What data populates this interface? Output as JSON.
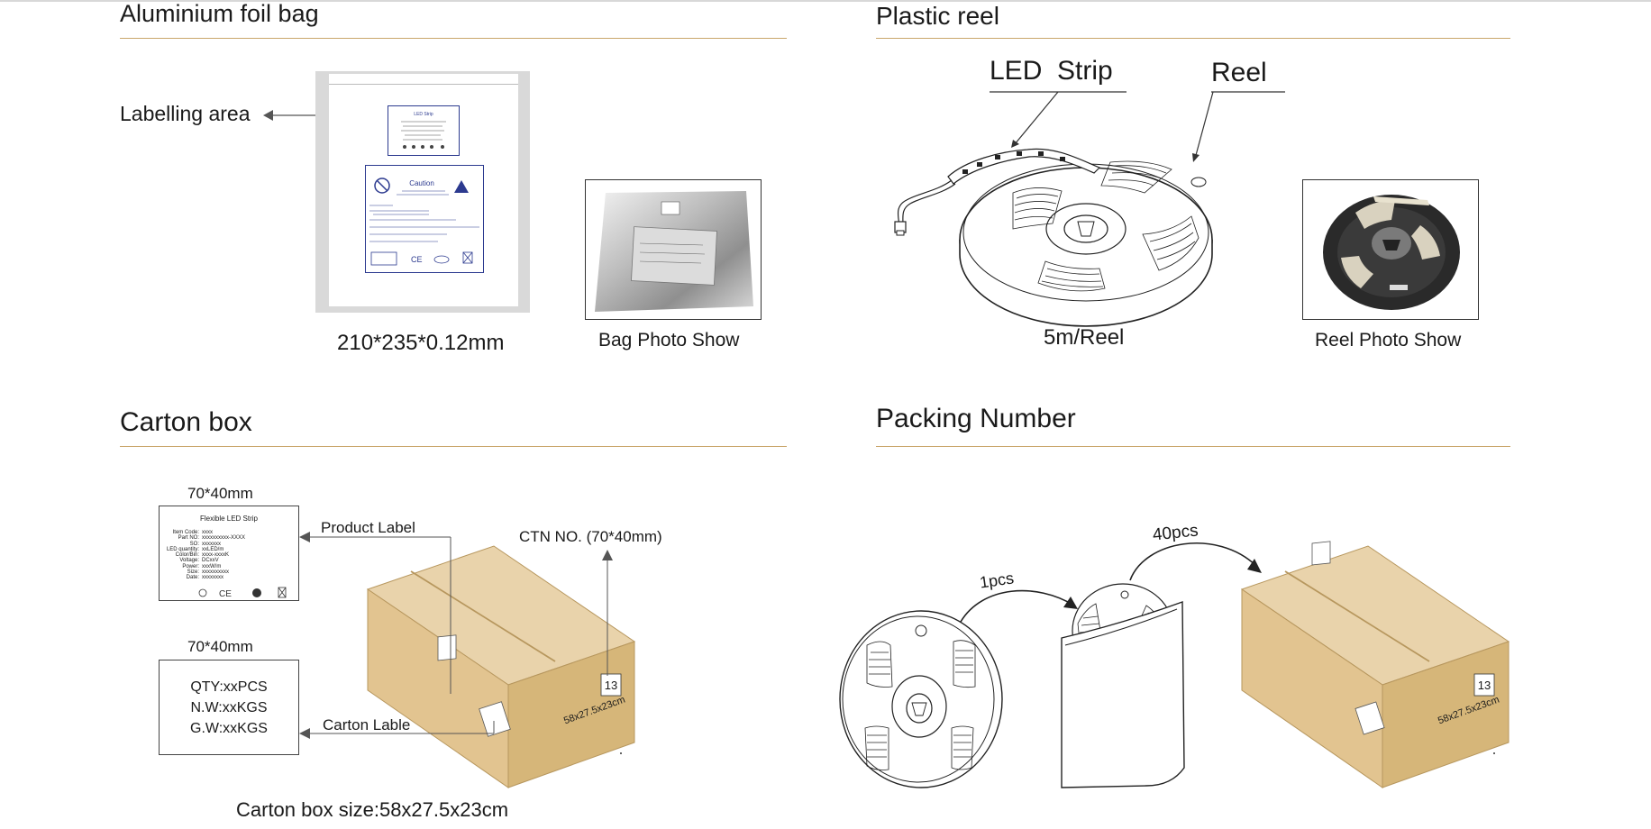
{
  "sections": {
    "foil": {
      "title": "Aluminium foil bag",
      "labelling": "Labelling area",
      "size": "210*235*0.12mm",
      "photo_caption": "Bag Photo Show"
    },
    "reel": {
      "title": "Plastic reel",
      "strip_label": "LED  Strip",
      "reel_label": "Reel",
      "per_reel": "5m/Reel",
      "photo_caption": "Reel Photo Show"
    },
    "carton": {
      "title": "Carton box",
      "label1_size": "70*40mm",
      "label2_size": "70*40mm",
      "product_label": "Product Label",
      "ctn_no": "CTN NO. (70*40mm)",
      "carton_lable": "Carton Lable",
      "size_text": "Carton box size:58x27.5x23cm",
      "box_number": "13",
      "box_dims": "58x27.5x23cm",
      "label_card": {
        "heading": "Flexible LED Strip",
        "rows": [
          [
            "Item Code:",
            "xxxx"
          ],
          [
            "Part NO:",
            "xxxxxxxxxx-XXXX"
          ],
          [
            "SO:",
            "xxxxxxx"
          ],
          [
            "LED quantity:",
            "xxLED/m"
          ],
          [
            "Color/Bin:",
            "xxxx-xxxxK"
          ],
          [
            "Voltage:",
            "DCxxV"
          ],
          [
            "Power:",
            "xxxW/m"
          ],
          [
            "Size:",
            "xxxxxxxxxx"
          ],
          [
            "Date:",
            "xxxxxxxx"
          ]
        ]
      },
      "qty_lines": [
        "QTY:xxPCS",
        "N.W:xxKGS",
        "G.W:xxKGS"
      ]
    },
    "packing": {
      "title": "Packing Number",
      "step1": "1pcs",
      "step2": "40pcs",
      "box_number": "13",
      "box_dims": "58x27.5x23cm"
    }
  },
  "colors": {
    "rule": "#c9a66b",
    "carton_top": "#e9d3ab",
    "carton_front": "#e2c490",
    "carton_side": "#d6b679"
  }
}
